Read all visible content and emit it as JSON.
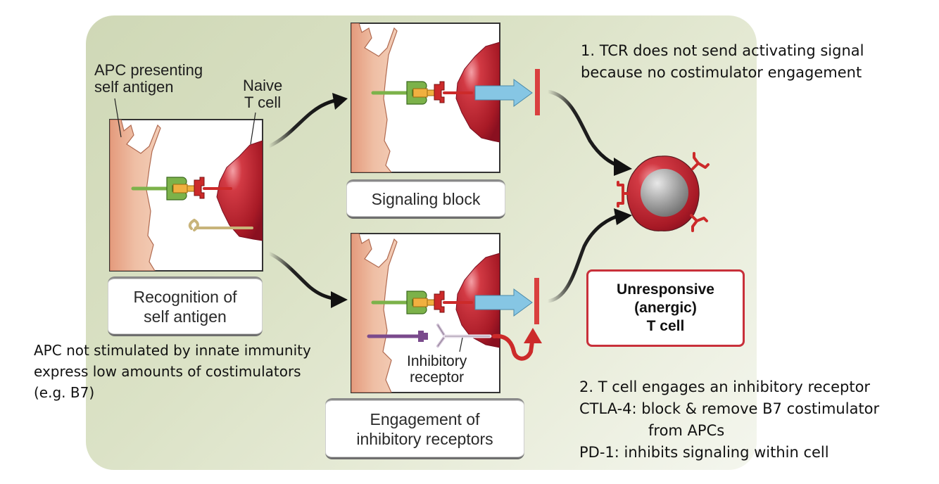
{
  "figure": {
    "panels": {
      "recognition": {
        "label_line1": "Recognition of",
        "label_line2": "self antigen",
        "callout_apc_line1": "APC presenting",
        "callout_apc_line2": "self antigen",
        "callout_tcell_line1": "Naive",
        "callout_tcell_line2": "T cell"
      },
      "signaling_block": {
        "label": "Signaling block"
      },
      "inhibitory": {
        "label_line1": "Engagement of",
        "label_line2": "inhibitory receptors",
        "callout_line1": "Inhibitory",
        "callout_line2": "receptor"
      }
    },
    "outcome": {
      "line1": "Unresponsive",
      "line2": "(anergic)",
      "line3": "T cell"
    }
  },
  "notes": {
    "point1_line1": "1. TCR does not send activating signal",
    "point1_line2": "because no costimulator engagement",
    "apc_line1": "APC not stimulated by innate immunity",
    "apc_line2": "express low amounts of costimulators",
    "apc_line3": "(e.g. B7)",
    "point2_line1": "2. T cell engages an inhibitory receptor",
    "point2_line2": "CTLA-4: block & remove B7 costimulator",
    "point2_line3": "from APCs",
    "point2_line4": "PD-1: inhibits signaling within cell"
  },
  "colors": {
    "apc": "#e9b9a0",
    "tcell": "#b8202c",
    "mhc": "#7cb24a",
    "antigen": "#f0b040",
    "tcr": "#cc2a2a",
    "signal_arrow": "#86c6e4",
    "block_bar": "#d9403f",
    "inhibitor_ligand": "#7a4a8c",
    "costim_receptor": "#c8b47a"
  }
}
